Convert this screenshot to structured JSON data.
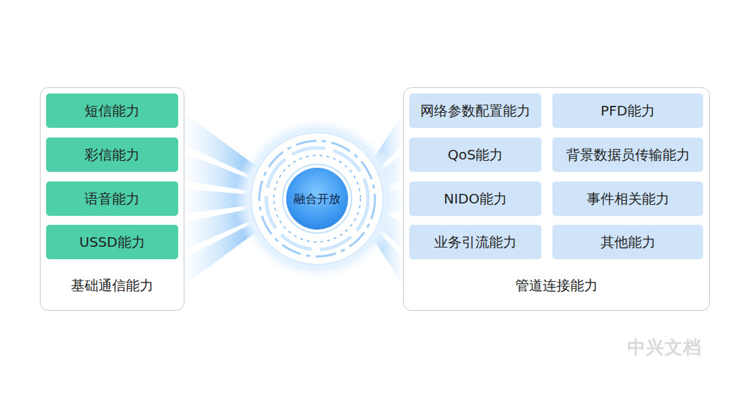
{
  "diagram": {
    "nodes": [
      {
        "text": [
          "基础通信能力"
        ]
      },
      {
        "text": [
          "短信能力"
        ],
        "in": 0
      },
      {
        "text": [
          "彩信能力"
        ],
        "in": 0
      },
      {
        "text": [
          "语音能力"
        ],
        "in": 0
      },
      {
        "text": [
          "USSD能力"
        ],
        "in": 0
      },
      {
        "text": [
          "融合开放"
        ]
      },
      {
        "text": [
          "管道连接能力"
        ]
      },
      {
        "text": [
          "网络参数配置能力"
        ],
        "in": 6
      },
      {
        "text": [
          "PFD能力"
        ],
        "in": 6
      },
      {
        "text": [
          "QoS能力"
        ],
        "in": 6
      },
      {
        "text": [
          "背景数据员传输能力"
        ],
        "in": 6
      },
      {
        "text": [
          "NIDO能力"
        ],
        "in": 6
      },
      {
        "text": [
          "事件相关能力"
        ],
        "in": 6
      },
      {
        "text": [
          "业务引流能力"
        ],
        "in": 6
      },
      {
        "text": [
          "其他能力"
        ],
        "in": 6
      }
    ],
    "labels": [
      "中兴文档"
    ]
  }
}
